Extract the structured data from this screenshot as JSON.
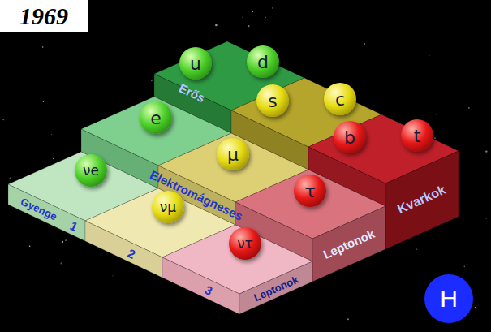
{
  "diagram": {
    "nodes": [
      {
        "text": [
          "1969"
        ]
      },
      {
        "text": [
          "u"
        ]
      },
      {
        "text": [
          "d"
        ]
      },
      {
        "text": [
          "s"
        ]
      },
      {
        "text": [
          "c"
        ]
      },
      {
        "text": [
          "b"
        ]
      },
      {
        "text": [
          "t"
        ]
      },
      {
        "text": [
          "e"
        ]
      },
      {
        "text": [
          "μ"
        ]
      },
      {
        "text": [
          "τ"
        ]
      },
      {
        "text": [
          "νe"
        ]
      },
      {
        "text": [
          "νμ"
        ]
      },
      {
        "text": [
          "ντ"
        ]
      },
      {
        "text": [
          "H"
        ]
      }
    ],
    "labels": [
      "Erős",
      "Elektromágneses",
      "Gyenge",
      "1",
      "2",
      "3",
      "Kvarkok",
      "Leptonok",
      "Leptonok"
    ]
  }
}
